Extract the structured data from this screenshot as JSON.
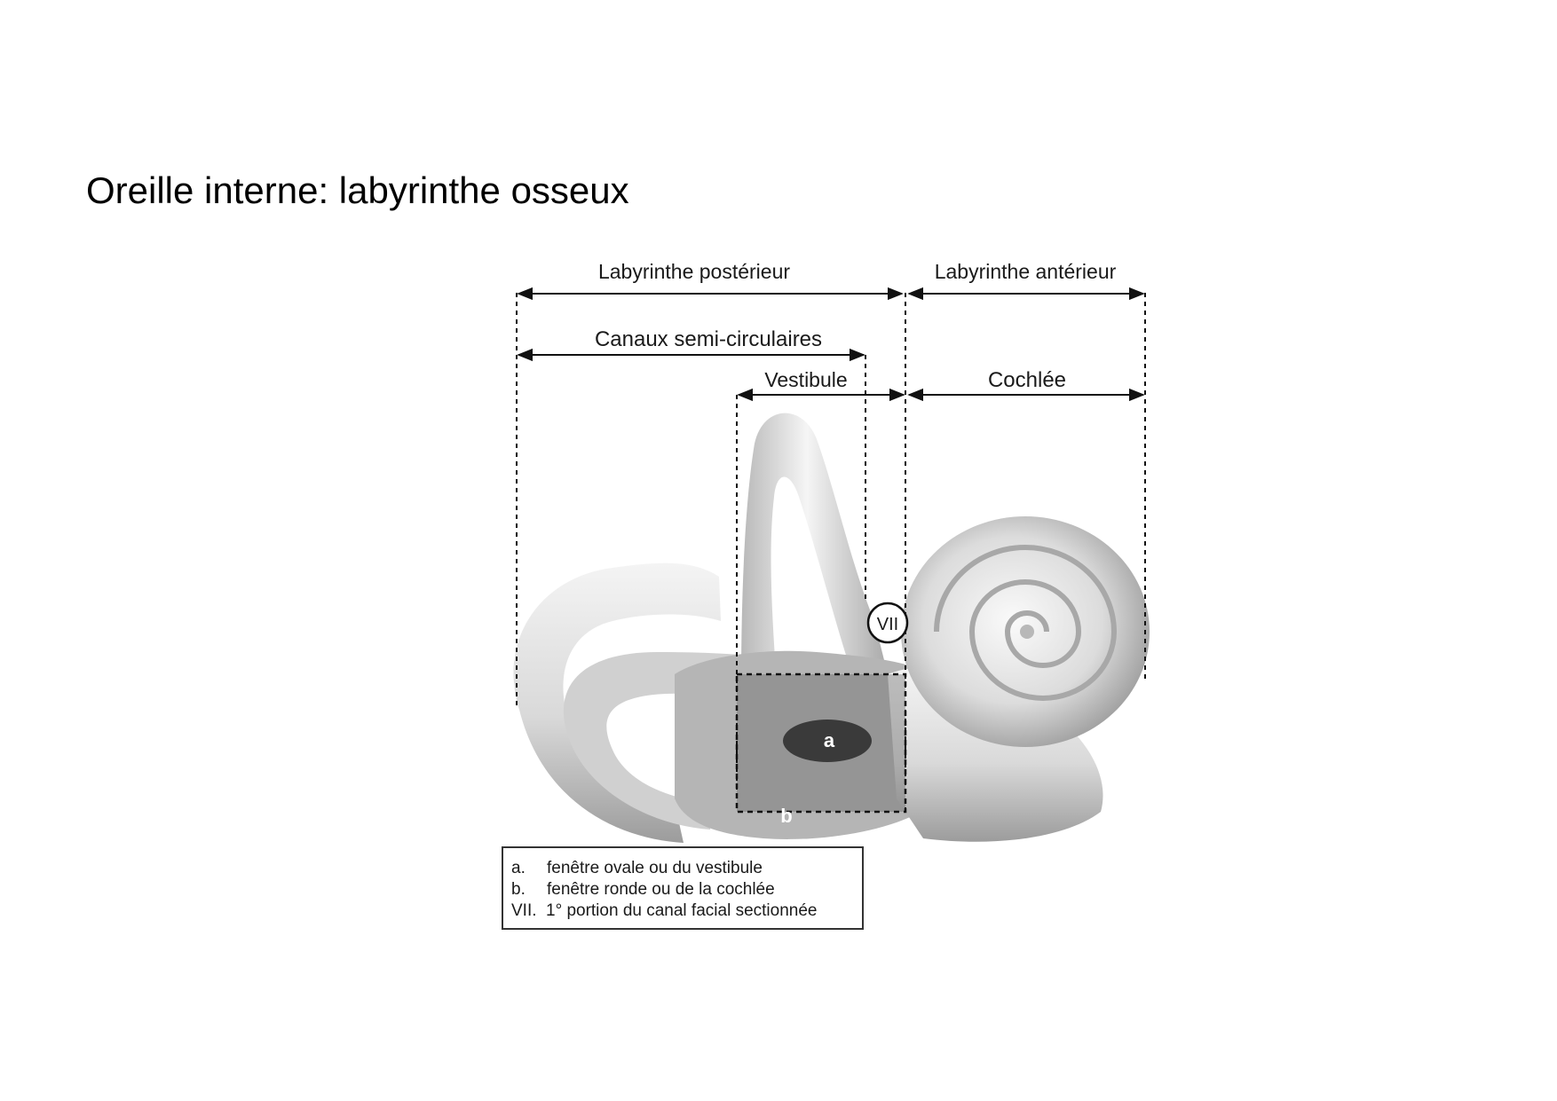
{
  "title": "Oreille interne: labyrinthe osseux",
  "diagram": {
    "top_labels": {
      "posterior": "Labyrinthe postérieur",
      "anterior": "Labyrinthe antérieur"
    },
    "mid_labels": {
      "canals": "Canaux semi-circulaires",
      "vestibule": "Vestibule",
      "cochlea": "Cochlée"
    },
    "markers": {
      "oval_window": "a",
      "round_window": "b",
      "facial_canal": "VII"
    },
    "legend": [
      {
        "key": "a.",
        "text": "fenêtre ovale ou du vestibule"
      },
      {
        "key": "b.",
        "text": "fenêtre ronde ou de la cochlée"
      },
      {
        "key": "VII.",
        "text": "1° portion du canal facial sectionnée"
      }
    ]
  }
}
